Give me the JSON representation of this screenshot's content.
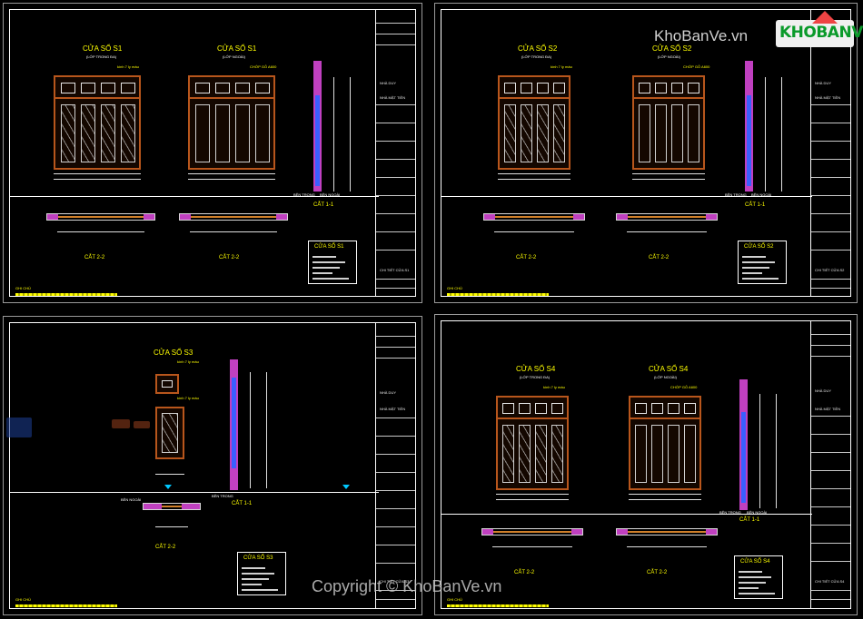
{
  "sheets": [
    {
      "id": "s1",
      "windows": [
        {
          "title": "CỬA SỔ S1",
          "subtitle": "(LỚP TRONG ĐA)",
          "note": "kính 7 ly màu"
        },
        {
          "title": "CỬA SỔ S1",
          "subtitle": "(LỚP NGOÀI)",
          "note": "CHỚP GỖ A600"
        }
      ],
      "section_11_label": "CẮT 1-1",
      "section_22_labels": [
        "CẮT 2-2",
        "CẮT 2-2"
      ],
      "legend": {
        "title": "CỬA SỔ S1"
      },
      "notes_label": "GHI CHÚ",
      "title_block": {
        "project": "NHÀ DUY",
        "building": "NHÀ MẶT TIỀN",
        "sheet": "CHI TIẾT CỬA S1"
      },
      "side_labels": [
        "BÊN TRONG",
        "BÊN NGOÀI"
      ]
    },
    {
      "id": "s2",
      "windows": [
        {
          "title": "CỬA SỔ S2",
          "subtitle": "(LỚP TRONG ĐA)",
          "note": "kính 7 ly màu"
        },
        {
          "title": "CỬA SỔ S2",
          "subtitle": "(LỚP NGOÀI)",
          "note": "CHỚP GỖ A600"
        }
      ],
      "section_11_label": "CẮT 1-1",
      "section_22_labels": [
        "CẮT 2-2",
        "CẮT 2-2"
      ],
      "legend": {
        "title": "CỬA SỔ S2"
      },
      "notes_label": "GHI CHÚ",
      "title_block": {
        "project": "NHÀ DUY",
        "building": "NHÀ MẶT TIỀN",
        "sheet": "CHI TIẾT CỬA S2"
      },
      "side_labels": [
        "BÊN TRONG",
        "BÊN NGOÀI"
      ]
    },
    {
      "id": "s3",
      "windows": [
        {
          "title": "CỬA SỔ S3",
          "subtitle": "",
          "note": "kính 7 ly màu"
        }
      ],
      "section_11_label": "CẮT 1-1",
      "section_22_labels": [
        "CẮT 2-2"
      ],
      "legend": {
        "title": "CỬA SỔ S3"
      },
      "notes_label": "GHI CHÚ",
      "title_block": {
        "project": "NHÀ DUY",
        "building": "NHÀ MẶT TIỀN",
        "sheet": "CHI TIẾT CỬA S3"
      },
      "side_labels": [
        "BÊN TRONG",
        "BÊN NGOÀI"
      ]
    },
    {
      "id": "s4",
      "windows": [
        {
          "title": "CỬA SỔ S4",
          "subtitle": "(LỚP TRONG ĐA)",
          "note": "kính 7 ly màu"
        },
        {
          "title": "CỬA SỔ S4",
          "subtitle": "(LỚP NGOÀI)",
          "note": "CHỚP GỖ A600"
        }
      ],
      "section_11_label": "CẮT 1-1",
      "section_22_labels": [
        "CẮT 2-2",
        "CẮT 2-2"
      ],
      "legend": {
        "title": "CỬA SỔ S4"
      },
      "notes_label": "GHI CHÚ",
      "title_block": {
        "project": "NHÀ DUY",
        "building": "NHÀ MẶT TIỀN",
        "sheet": "CHI TIẾT CỬA S4"
      },
      "side_labels": [
        "BÊN TRONG",
        "BÊN NGOÀI"
      ]
    }
  ],
  "brand": {
    "site": "KhoBanVe.vn",
    "logo": "KHOBANVE"
  },
  "watermark": "Copyright © KhoBanVe.vn",
  "colors": {
    "frame": "#b8561c",
    "section": "#c040c0",
    "text": "#ffff00",
    "background": "#000000"
  }
}
